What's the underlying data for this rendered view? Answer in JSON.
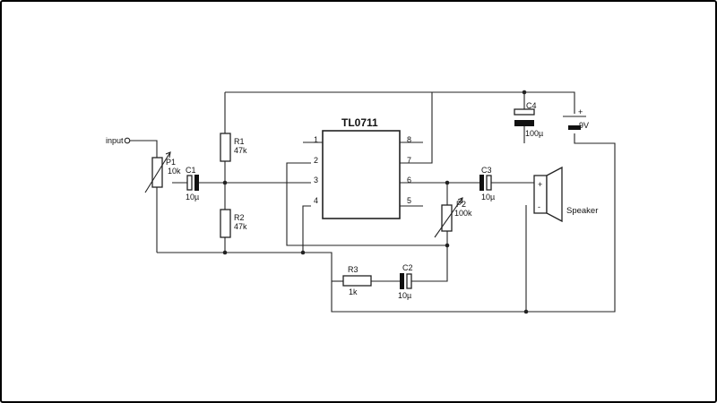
{
  "ic": {
    "name": "TL0711",
    "pins": [
      "1",
      "2",
      "3",
      "4",
      "5",
      "6",
      "7",
      "8"
    ]
  },
  "components": {
    "input": "input",
    "p1": {
      "ref": "P1",
      "value": "10k"
    },
    "c1": {
      "ref": "C1",
      "value": "10µ"
    },
    "r1": {
      "ref": "R1",
      "value": "47k"
    },
    "r2": {
      "ref": "R2",
      "value": "47k"
    },
    "c3": {
      "ref": "C3",
      "value": "10µ"
    },
    "p2": {
      "ref": "P2",
      "value": "100k"
    },
    "c4": {
      "ref": "C4",
      "value": "100µ"
    },
    "battery": {
      "plus": "+",
      "value": "9V"
    },
    "r3": {
      "ref": "R3",
      "value": "1k"
    },
    "c2": {
      "ref": "C2",
      "value": "10µ"
    },
    "speaker": {
      "label": "Speaker",
      "plus": "+",
      "minus": "-"
    }
  }
}
